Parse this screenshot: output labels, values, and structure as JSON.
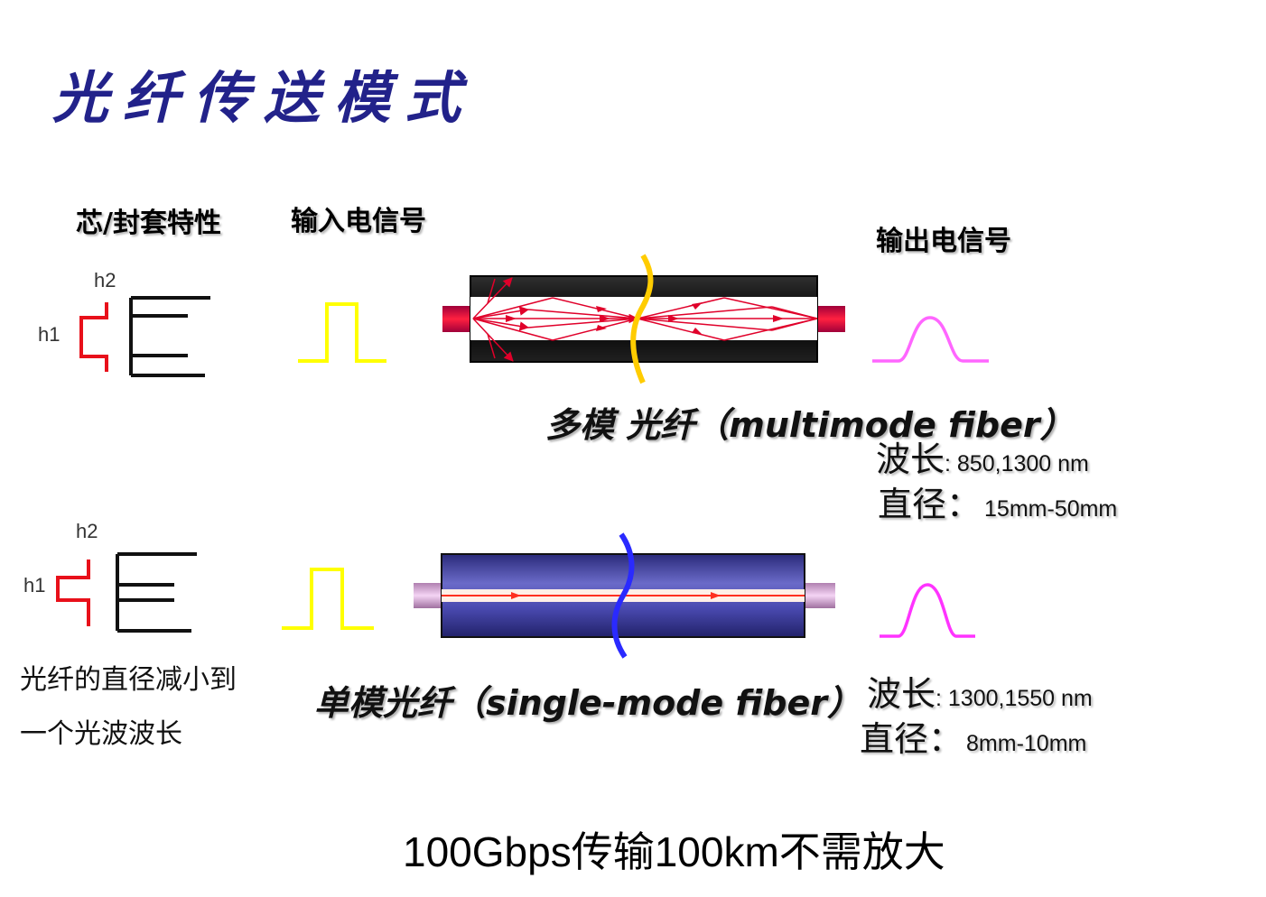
{
  "title": "光纤传送模式",
  "headers": {
    "core_cladding": "芯/封套特性",
    "input_signal": "输入电信号",
    "output_signal": "输出电信号"
  },
  "profile_labels": {
    "h1": "h1",
    "h2": "h2"
  },
  "multimode": {
    "label": "多模 光纤（multimode fiber）",
    "wavelength_label": "波长",
    "wavelength_value": ": 850,1300 nm",
    "diameter_label": "直径：",
    "diameter_value": "15mm-50mm"
  },
  "singlemode": {
    "label": "单模光纤（single-mode fiber）",
    "wavelength_label": "波长",
    "wavelength_value": ": 1300,1550 nm",
    "diameter_label": "直径：",
    "diameter_value": "8mm-10mm"
  },
  "note": {
    "line1": "光纤的直径减小到",
    "line2": "一个光波波长"
  },
  "bottom_text": "100Gbps传输100km不需放大",
  "colors": {
    "title": "#22228a",
    "profile_core": "#e8101a",
    "input_pulse": "#ffff00",
    "output_pulse": "#ff66ff",
    "multimode_break": "#ffcc00",
    "singlemode_break": "#2a2aff",
    "singlemode_body": "#3a3aa0"
  }
}
